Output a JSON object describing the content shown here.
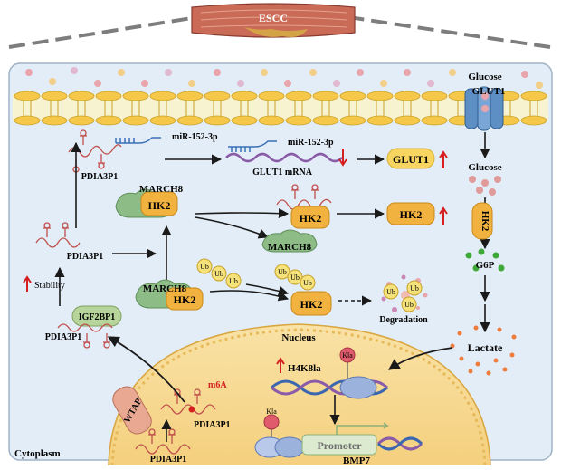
{
  "header": {
    "tissue_label": "ESCC"
  },
  "membrane": {
    "glucose_label": "Glucose",
    "transporter_label": "GLUT1"
  },
  "labels": {
    "cytoplasm": "Cytoplasm",
    "nucleus": "Nucleus",
    "mirna_top": "miR-152-3p",
    "mirna_mrna": "miR-152-3p",
    "pdia3p1_top": "PDIA3P1",
    "glut1_mrna": "GLUT1 mRNA",
    "glut1_protein": "GLUT1",
    "march8_complex": "MARCH8",
    "hk2_complex": "HK2",
    "pdia3p1_mid": "PDIA3P1",
    "hk2_free": "HK2",
    "march8_free": "MARCH8",
    "hk2_box": "HK2",
    "stability": "Stability",
    "igf2bp1": "IGF2BP1",
    "pdia3p1_left": "PDIA3P1",
    "march8_ub": "MARCH8",
    "hk2_ub": "HK2",
    "ub": "Ub",
    "hk2_center": "HK2",
    "degradation": "Degradation",
    "glucose_in": "Glucose",
    "hk2_vertical": "HK2",
    "g6p": "G6P",
    "lactate": "Lactate",
    "h4k8la": "H4K8la",
    "kla": "Kla",
    "promoter": "Promoter",
    "bmp7": "BMP7",
    "m6a": "m6A",
    "wtap": "WTAP",
    "pdia3p1_m6a": "PDIA3P1",
    "pdia3p1_bottom": "PDIA3P1"
  },
  "colors": {
    "cell_fill": "#e3edf7",
    "nucleus_fill": "#f6dc9a",
    "hk2_orange": "#f2b240",
    "march8_green": "#8dbc87",
    "up_arrow": "#d42020",
    "glut1_yellow": "#f7d560",
    "transporter_blue": "#5d8ec4"
  }
}
